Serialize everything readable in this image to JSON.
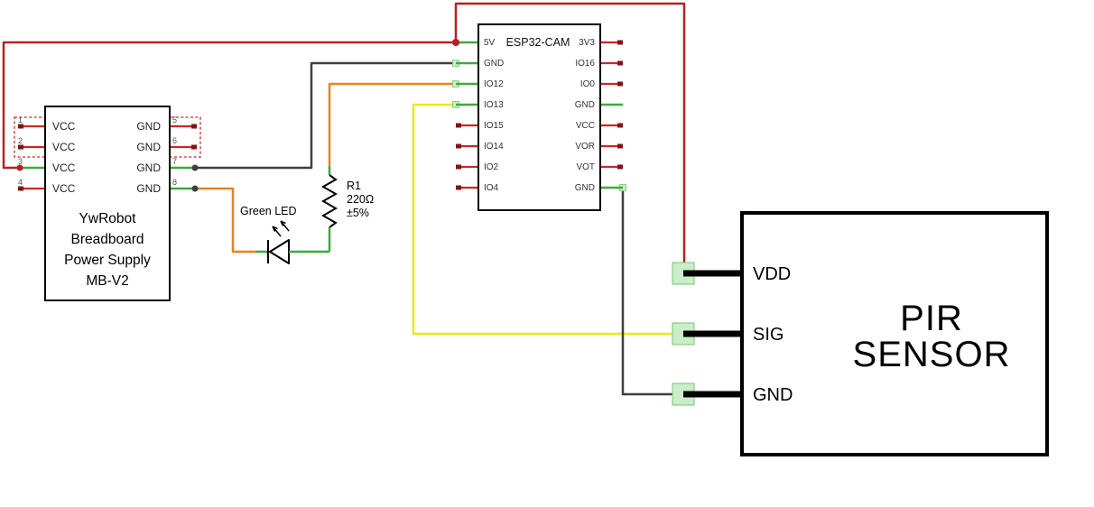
{
  "diagram": {
    "type": "circuit-schematic",
    "background": "#ffffff",
    "colors": {
      "wire_red": "#b22222",
      "wire_dark": "#3f3f3f",
      "wire_orange": "#e8821e",
      "wire_yellow": "#e8e81c",
      "pin_green": "#3faa3f",
      "pin_red": "#c42a24",
      "pin_red_tip": "#801313",
      "pad_fill": "#c9eec9",
      "pad_stroke": "#77c677"
    },
    "wires": [
      {
        "color": "red",
        "connects": "Power supply VCC pin 3 to ESP32-CAM 5V"
      },
      {
        "color": "red",
        "connects": "ESP32-CAM 5V to PIR SENSOR VDD"
      },
      {
        "color": "dark",
        "connects": "Power supply GND pin 7 to ESP32-CAM GND (left)"
      },
      {
        "color": "dark",
        "connects": "ESP32-CAM GND (right bottom) to PIR SENSOR GND"
      },
      {
        "color": "orange",
        "connects": "Power supply GND pin 8 to Green LED to R1 to ESP32-CAM IO12"
      },
      {
        "color": "yellow",
        "connects": "ESP32-CAM IO13 to PIR SENSOR SIG"
      }
    ]
  },
  "power_supply": {
    "title_lines": [
      "YwRobot",
      "Breadboard",
      "Power Supply",
      "MB-V2"
    ],
    "left_pins": [
      {
        "num": "1",
        "label": "VCC"
      },
      {
        "num": "2",
        "label": "VCC"
      },
      {
        "num": "3",
        "label": "VCC"
      },
      {
        "num": "4",
        "label": "VCC"
      }
    ],
    "right_pins": [
      {
        "num": "5",
        "label": "GND"
      },
      {
        "num": "6",
        "label": "GND"
      },
      {
        "num": "7",
        "label": "GND"
      },
      {
        "num": "8",
        "label": "GND"
      }
    ]
  },
  "esp32": {
    "title": "ESP32-CAM",
    "left_pins": [
      "5V",
      "GND",
      "IO12",
      "IO13",
      "IO15",
      "IO14",
      "IO2",
      "IO4"
    ],
    "right_pins": [
      "3V3",
      "IO16",
      "IO0",
      "GND",
      "VCC",
      "VOR",
      "VOT",
      "GND"
    ]
  },
  "led": {
    "label": "Green LED"
  },
  "resistor": {
    "designator": "R1",
    "value": "220Ω",
    "tolerance": "±5%"
  },
  "pir": {
    "title_lines": [
      "PIR",
      "SENSOR"
    ],
    "pins": [
      "VDD",
      "SIG",
      "GND"
    ]
  }
}
